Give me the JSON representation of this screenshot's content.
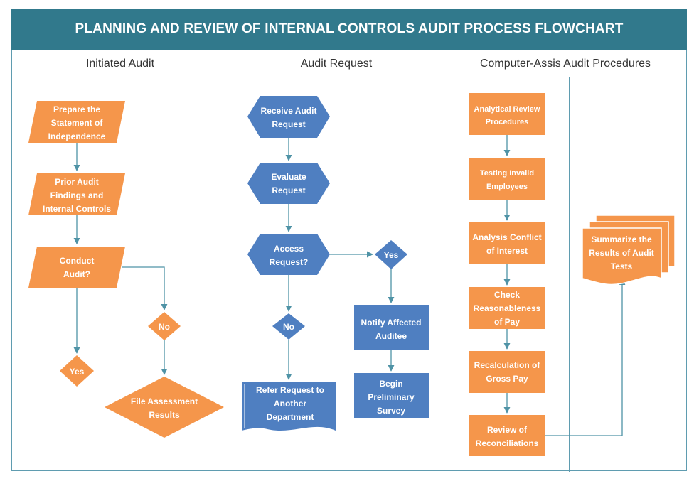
{
  "title": "PLANNING AND REVIEW OF INTERNAL CONTROLS AUDIT PROCESS FLOWCHART",
  "lanes": [
    "Initiated Audit",
    "Audit Request",
    "Computer-Assis Audit Procedures"
  ],
  "colors": {
    "banner": "#31798c",
    "orange": "#f5964b",
    "blue": "#4f7fc1",
    "line": "#4f93a6",
    "border": "#5f9cb0"
  },
  "nodes": {
    "prepare": [
      "Prepare the",
      "Statement of",
      "Independence"
    ],
    "prior": [
      "Prior Audit",
      "Findings and",
      "Internal Controls"
    ],
    "conduct": [
      "Conduct",
      "Audit?"
    ],
    "yes1": [
      "Yes"
    ],
    "no1": [
      "No"
    ],
    "file": [
      "File Assessment",
      "Results"
    ],
    "receive": [
      "Receive Audit",
      "Request"
    ],
    "evaluate": [
      "Evaluate",
      "Request"
    ],
    "access": [
      "Access",
      "Request?"
    ],
    "yes2": [
      "Yes"
    ],
    "no2": [
      "No"
    ],
    "refer": [
      "Refer Request to",
      "Another",
      "Department"
    ],
    "notify": [
      "Notify Affected",
      "Auditee"
    ],
    "begin": [
      "Begin",
      "Preliminary",
      "Survey"
    ],
    "analytical": [
      "Analytical Review",
      "Procedures"
    ],
    "testing": [
      "Testing Invalid",
      "Employees"
    ],
    "conflict": [
      "Analysis Conflict",
      "of Interest"
    ],
    "check": [
      "Check",
      "Reasonableness",
      "of Pay"
    ],
    "recalc": [
      "Recalculation of",
      "Gross Pay"
    ],
    "review": [
      "Review of",
      "Reconciliations"
    ],
    "summarize": [
      "Summarize the",
      "Results of Audit",
      "Tests"
    ]
  }
}
